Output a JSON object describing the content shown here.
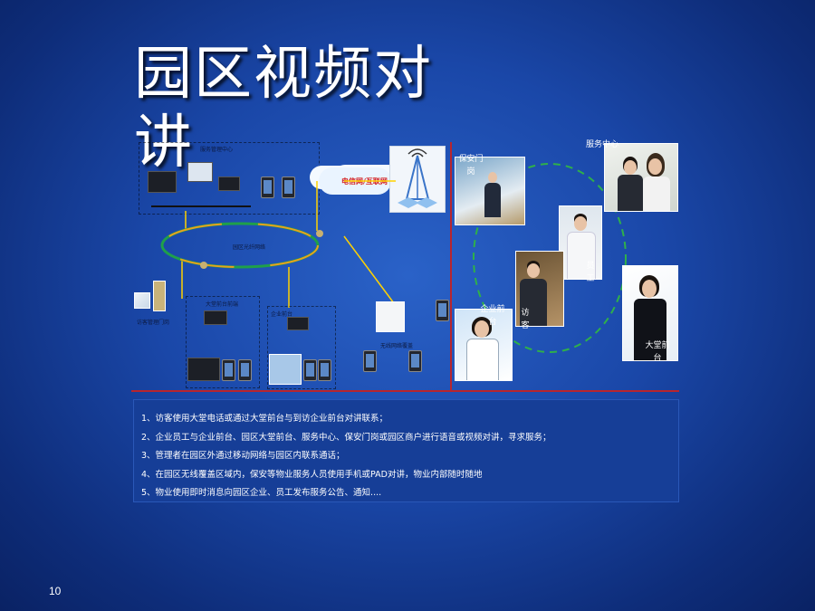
{
  "slide": {
    "title": "园区视频对讲",
    "page_number": "10"
  },
  "diagram": {
    "cloud_label": "电信网/互联网",
    "ring_label": "园区光纤网络",
    "small_labels": {
      "service_center": "服务管理中心",
      "lobby_gate": "访客管理门岗",
      "enterprise_front": "大堂前台前端",
      "enterprise": "企业前台",
      "wireless": "无线网络覆盖"
    },
    "roles": {
      "security_gate": "保安门岗",
      "service_center": "服务中心",
      "employee": "员工",
      "visitor": "访客",
      "enterprise_front": "企业前台",
      "lobby_front": "大堂前台"
    },
    "colors": {
      "divider": "#b8252e",
      "ring_dash": "#2fb04a"
    }
  },
  "notes": [
    "1、访客使用大堂电话或通过大堂前台与到访企业前台对讲联系；",
    "2、企业员工与企业前台、园区大堂前台、服务中心、保安门岗或园区商户进行语音或视频对讲，寻求服务；",
    "3、管理者在园区外通过移动网络与园区内联系通话；",
    "4、在园区无线覆盖区域内，保安等物业服务人员使用手机或PAD对讲，物业内部随时随地",
    "5、物业使用即时消息向园区企业、员工发布服务公告、通知...."
  ]
}
